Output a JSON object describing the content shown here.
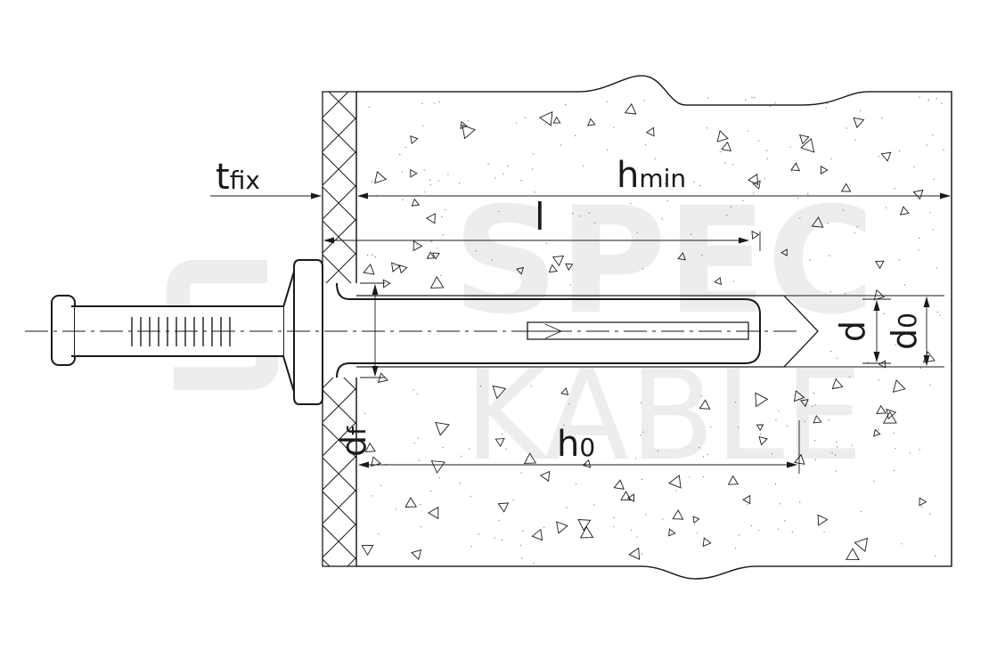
{
  "watermark": {
    "line1": "SPEC",
    "line2": "KABLE"
  },
  "labels": {
    "t_fix_main": "t",
    "t_fix_sub": "fix",
    "h_min_main": "h",
    "h_min_sub": "min",
    "l": "l",
    "h0_main": "h",
    "h0_sub": "0",
    "d": "d",
    "d0_main": "d",
    "d0_sub": "0",
    "df_main": "d",
    "df_sub": "f"
  },
  "colors": {
    "ink": "#1a1a1a",
    "concrete_fill": "#fbfbfb",
    "fixture_fill": "#ffffff",
    "watermark": "#ededed"
  }
}
